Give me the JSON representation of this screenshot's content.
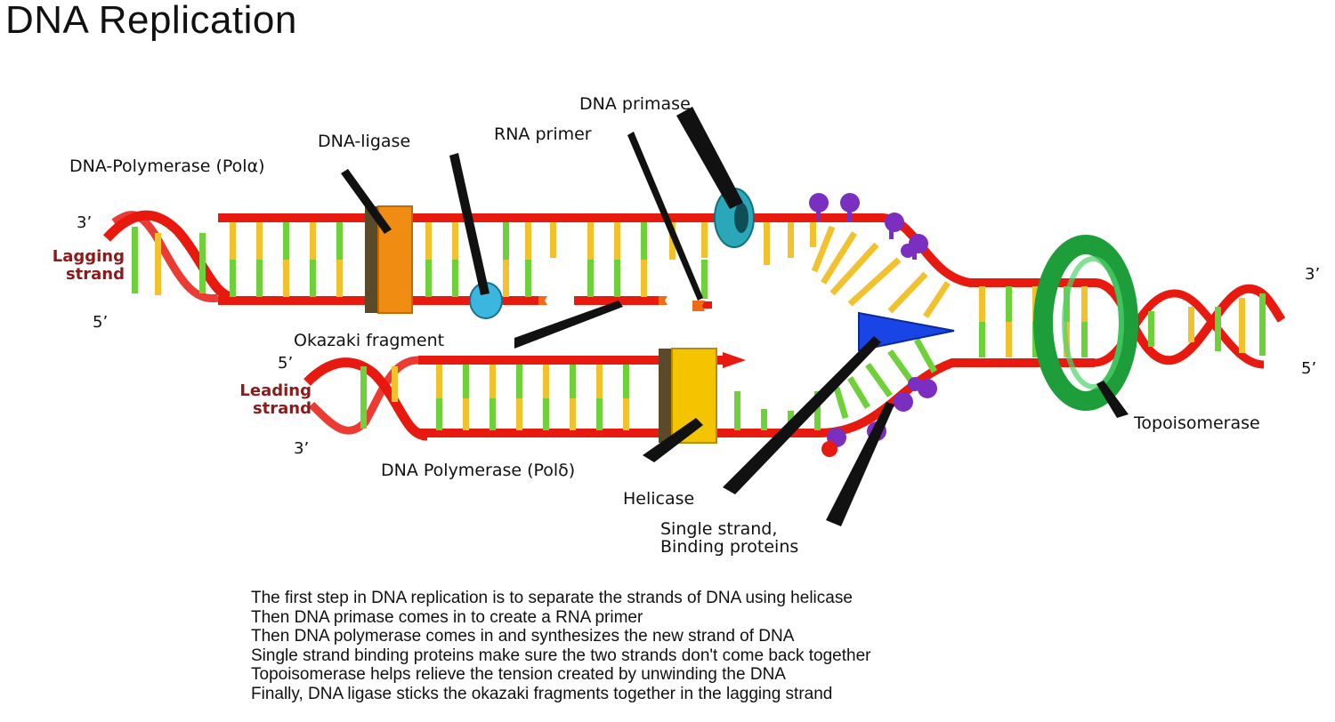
{
  "title": "DNA Replication",
  "labels": {
    "dna_primase": "DNA primase",
    "rna_primer": "RNA primer",
    "dna_ligase": "DNA-ligase",
    "pol_alpha": "DNA-Polymerase (Polα)",
    "okazaki": "Okazaki fragment",
    "pol_delta": "DNA Polymerase (Polδ)",
    "helicase": "Helicase",
    "ssb_line1": "Single strand,",
    "ssb_line2": "Binding proteins",
    "topoisomerase": "Topoisomerase"
  },
  "strands": {
    "lagging_line1": "Lagging",
    "lagging_line2": "strand",
    "leading_line1": "Leading",
    "leading_line2": "strand"
  },
  "ends": {
    "lag_left_top": "3’",
    "lag_left_bottom": "5’",
    "lead_left_top": "5’",
    "lead_left_bottom": "3’",
    "right_top": "3’",
    "right_bottom": "5’"
  },
  "steps": [
    "The first step in DNA replication is to separate the strands of DNA using helicase",
    "Then DNA primase comes in to create a RNA primer",
    "Then DNA polymerase comes in and synthesizes the new strand of DNA",
    "Single strand binding proteins make sure the two strands don't come back together",
    "Topoisomerase helps relieve the tension created by unwinding the DNA",
    "Finally, DNA ligase sticks the okazaki fragments together in the lagging strand"
  ],
  "colors": {
    "backbone": "#e8190f",
    "rung_yellow": "#f2c12e",
    "rung_green": "#6fd13a",
    "polymerase_alpha": "#f08c12",
    "polymerase_delta": "#f5c400",
    "primase": "#2aa7b8",
    "ligase": "#3bb6de",
    "helicase": "#1a45e6",
    "topoisomerase": "#1e9e3a",
    "ssb": "#7b2fc0",
    "strand_label": "#8b1a1a"
  }
}
